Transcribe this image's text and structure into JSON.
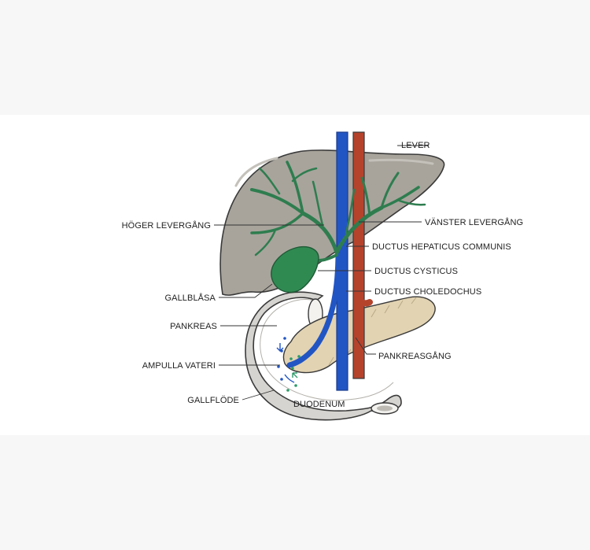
{
  "labels": {
    "lever": "LEVER",
    "hoger_levergang": "HÖGER LEVERGÅNG",
    "vanster_levergang": "VÄNSTER LEVERGÅNG",
    "ductus_hepaticus_communis": "DUCTUS HEPATICUS COMMUNIS",
    "ductus_cysticus": "DUCTUS CYSTICUS",
    "gallblasa": "GALLBLÅSA",
    "ductus_choledochus": "DUCTUS CHOLEDOCHUS",
    "pankreas": "PANKREAS",
    "pankreasgang": "PANKREASGÅNG",
    "ampulla_vateri": "AMPULLA VATERI",
    "gallflode": "GALLFLÖDE",
    "duodenum": "DUODENUM"
  },
  "colors": {
    "liver": "#a8a49c",
    "bile_duct": "#2e7d4f",
    "gallbladder": "#2f8a52",
    "common_bile_duct": "#2255c4",
    "artery": "#b5432c",
    "pancreas": "#e2d3b2",
    "duodenum": "#d6d4d0"
  }
}
